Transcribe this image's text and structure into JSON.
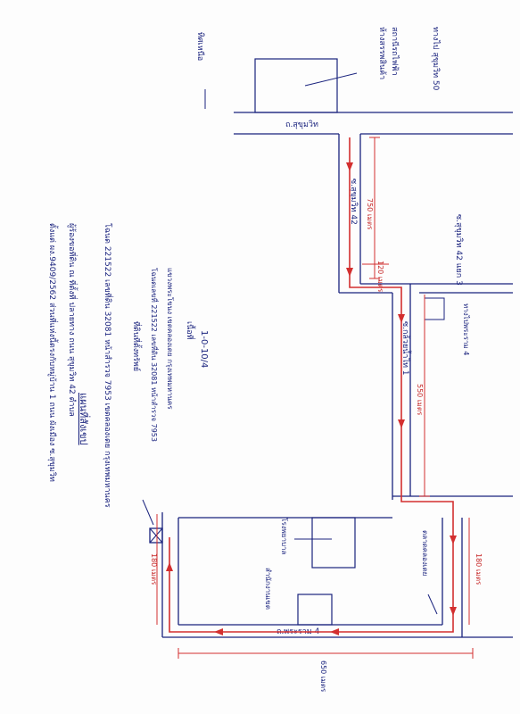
{
  "header": {
    "title": "แผนที่สังเขป",
    "line1": "ตั้งแต่ ผง.9409/2562 ส่วนที่แห่งนี้ตรงกับหมู่บ้าน 1 ถนน ผังเมือง ซ.สุขุมวิท",
    "line2": "ผู้ร้องขอที่ดิน ณ ที่ตั้งที่ ปลายทาง ถนน สุขุมวิท 42 ตำบล",
    "line3": "โฉนด 221522 เลขที่ดิน 32081 หน้าสำรวจ 7953 เขตคลองเตย กรุงเทพมหานคร"
  },
  "map": {
    "north_label": "ทิศเหนือ",
    "road_top": "ถ.สุขุมวิท",
    "road_bottom": "ถ.พระราม 4",
    "soi_main": "ซ.สุขุมวิท 42",
    "soi_branch": "ซ.กล้วยน้ำไท 1",
    "soi_right": "ซ.สุขุมวิท 42 แยก 3",
    "landmark_top": "ห้างสรรพสินค้า",
    "landmark_station": "สถานีรถไฟฟ้า",
    "landmark_left": "สำนักงานเขต",
    "landmark_mid": "โรงพยาบาล",
    "landmark_bottom": "ตลาดคลองเตย",
    "target_label": "ที่ดินที่ตั้งทรัพย์",
    "target_detail": "โฉนดเลขที่ 221522 เลขที่ดิน 32081 หน้าสำรวจ 7953",
    "target_owner": "แขวงพระโขนง เขตคลองเตย กรุงเทพมหานคร",
    "area": "1-0-10/4",
    "area_label": "เนื้อที่",
    "direction_label": "ทางไปพระราม 4",
    "right_note": "ทางไป สุขุมวิท 50"
  },
  "distances": {
    "d750": "750 เมตร",
    "d120": "120 เมตร",
    "d550": "550 เมตร",
    "d180a": "180 เมตร",
    "d180b": "180 เมตร",
    "d650": "650 เมตร"
  },
  "colors": {
    "ink": "#1a237e",
    "route": "#d32f2f"
  }
}
